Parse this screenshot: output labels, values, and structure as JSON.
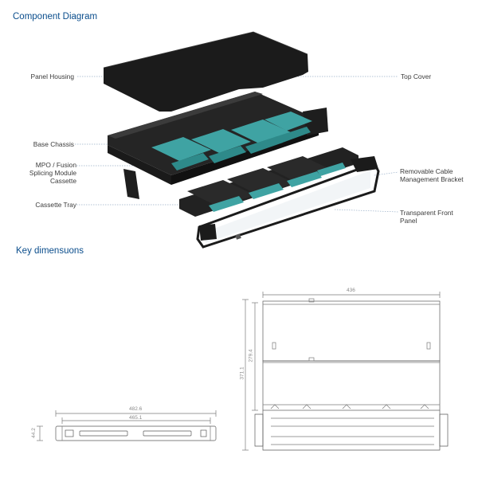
{
  "sections": {
    "component_title": "Component Diagram",
    "dimensions_title": "Key dimensuons"
  },
  "labels": {
    "panel_housing": "Panel Housing",
    "base_chassis": "Base Chassis",
    "mpo_line1": "MPO / Fusion",
    "mpo_line2": "Splicing Module",
    "mpo_line3": "Cassette",
    "cassette_tray": "Cassette Tray",
    "top_cover": "Top Cover",
    "cable_bracket_line1": "Removable Cable",
    "cable_bracket_line2": "Management Bracket",
    "front_panel_line1": "Transparent Front",
    "front_panel_line2": "Panel"
  },
  "dimensions": {
    "width_outer": "482.6",
    "width_inner": "465.1",
    "height": "44.2",
    "depth_top": "436",
    "depth_total": "371.1",
    "depth_inner": "279.4"
  },
  "colors": {
    "title": "#0a4d8c",
    "panel_dark": "#1b1b1b",
    "cassette": "#3fa3a3",
    "leader": "#9ab0c8",
    "drawing_line": "#7a7a7a"
  }
}
